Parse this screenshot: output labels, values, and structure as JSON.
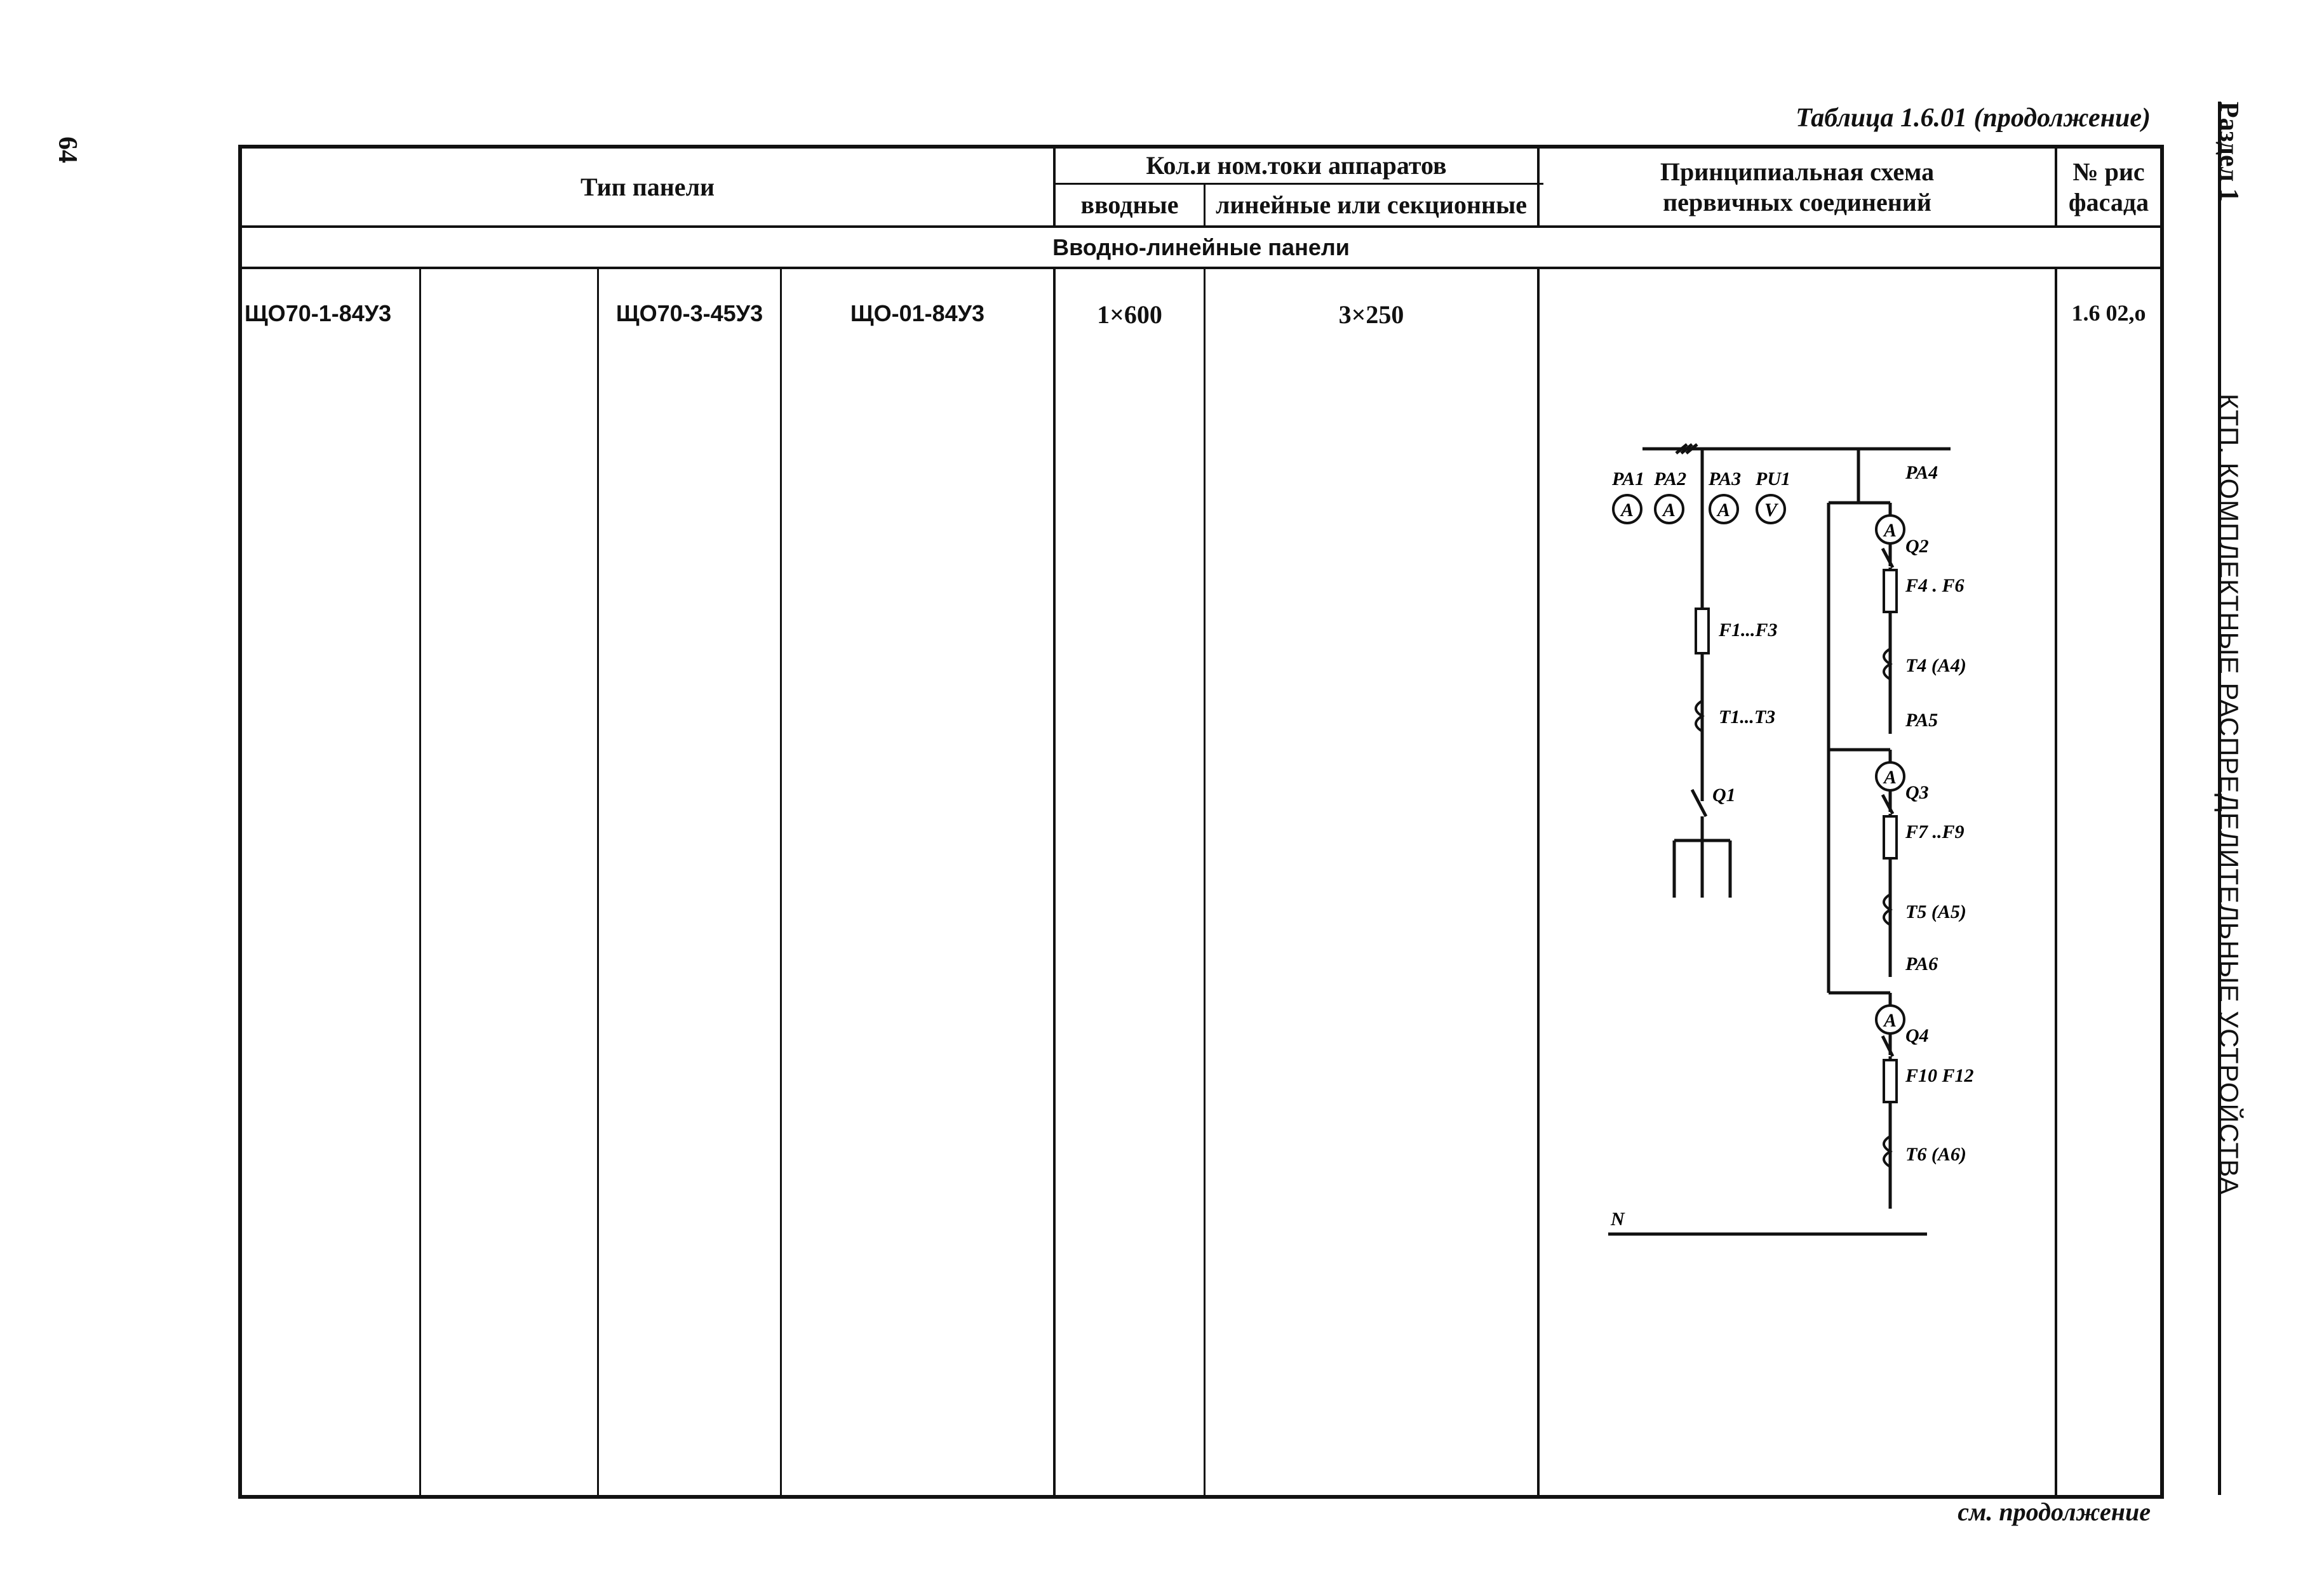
{
  "page": {
    "number": "64",
    "table_caption": "Таблица 1.6.01 (продолжение)",
    "continued_note": "см. продолжение",
    "side_section": "Раздел 1",
    "side_title": "КТП. КОМПЛЕКТНЫЕ РАСПРЕДЕЛИТЕЛЬНЫЕ УСТРОЙСТВА"
  },
  "table": {
    "headers": {
      "panel_type": "Тип панели",
      "devices_group": "Кол.и ном.токи аппаратов",
      "inputs": "вводные",
      "lines": "линейные или секционные",
      "scheme": "Принципиальная схема первичных соединений",
      "facade": "№ рис фасада"
    },
    "section_title": "Вводно-линейные панели",
    "rows": [
      {
        "type_1": "ЩО70-1-84У3",
        "type_2": "",
        "type_3": "ЩО70-3-45У3",
        "type_4": "ЩО-01-84У3",
        "inputs": "1×600",
        "lines": "3×250",
        "facade": "1.6 02,о"
      }
    ]
  },
  "diagram": {
    "meters_left": [
      {
        "label": "PA1",
        "symbol": "A"
      },
      {
        "label": "PA2",
        "symbol": "A"
      },
      {
        "label": "PA3",
        "symbol": "A"
      },
      {
        "label": "PU1",
        "symbol": "V"
      }
    ],
    "left_branch": {
      "fuse": "F1...F3",
      "transformer": "T1...T3",
      "switch": "Q1"
    },
    "right_branches": [
      {
        "meter": "PA4",
        "symbol": "A",
        "switch": "Q2",
        "fuse": "F4 . F6",
        "transformer": "T4 (A4)"
      },
      {
        "meter": "PA5",
        "symbol": "A",
        "switch": "Q3",
        "fuse": "F7 ..F9",
        "transformer": "T5 (A5)"
      },
      {
        "meter": "PA6",
        "symbol": "A",
        "switch": "Q4",
        "fuse": "F10  F12",
        "transformer": "T6 (A6)"
      }
    ],
    "neutral": "N"
  }
}
